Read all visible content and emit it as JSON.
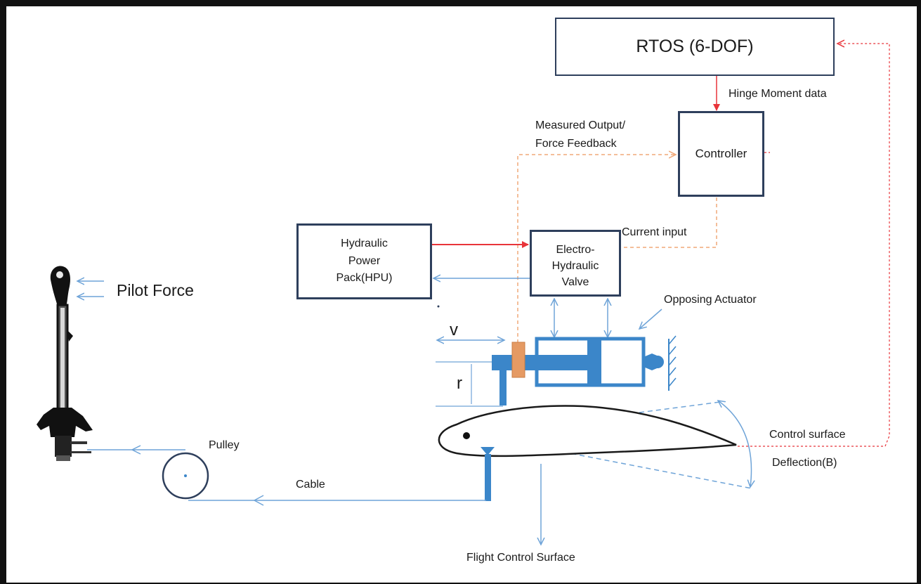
{
  "blocks": {
    "rtos": "RTOS (6-DOF)",
    "controller": "Controller",
    "hpu": [
      "Hydraulic",
      "Power",
      "Pack(HPU)"
    ],
    "valve": [
      "Electro-",
      "Hydraulic",
      "Valve"
    ]
  },
  "labels": {
    "hinge_moment": "Hinge Moment data",
    "measured_output": "Measured Output/",
    "force_feedback": "Force Feedback",
    "current_input": "Current input",
    "opposing_actuator": "Opposing Actuator",
    "pilot_force": "Pilot Force",
    "v": "v",
    "r": "r",
    "pulley": "Pulley",
    "cable": "Cable",
    "control_surface": "Control surface",
    "deflection": "Deflection(B)",
    "flight_control_surface": "Flight Control Surface"
  },
  "colors": {
    "block_border": "#2e3f5c",
    "signal_red": "#e8343a",
    "feedback_orange": "#f0a878",
    "hydraulic_blue": "#6fa4d8",
    "actuator_blue": "#3b86c9",
    "sensor_orange": "#e59a63"
  }
}
